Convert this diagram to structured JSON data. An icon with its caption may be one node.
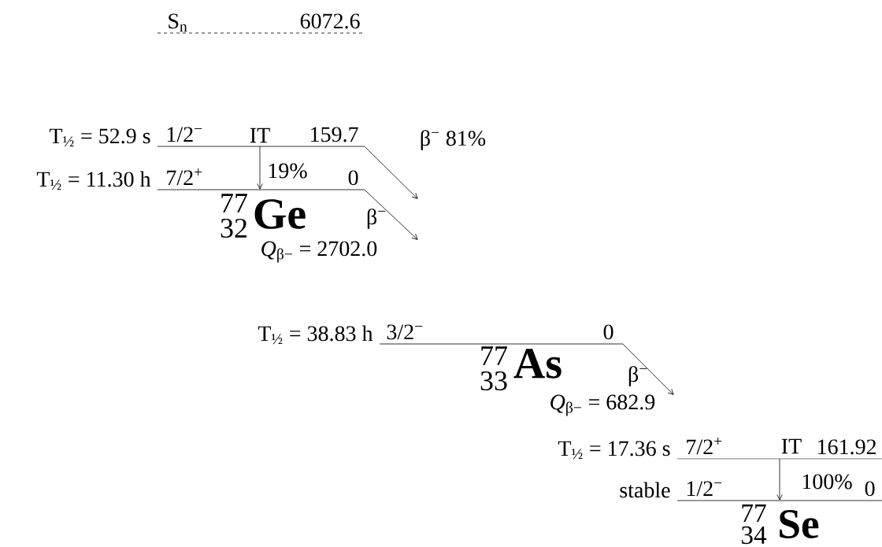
{
  "diagram": {
    "nodes": [
      {
        "text": [
          "S$_{n}$",
          "6072.6"
        ]
      },
      {
        "text": [
          "1/2$^{−}$",
          "159.7"
        ],
        "beside": [
          "T$_{½}$ = 52.9 s"
        ]
      },
      {
        "text": [
          "7/2$^{+}$",
          "0"
        ],
        "beside": [
          "T$_{½}$ = 11.30 h"
        ]
      },
      {
        "text": [
          "3/2$^{−}$",
          "0"
        ],
        "beside": [
          "T$_{½}$ = 38.83 h"
        ]
      },
      {
        "text": [
          "7/2$^{+}$",
          "161.92"
        ],
        "beside": [
          "T$_{½}$ = 17.36 s"
        ]
      },
      {
        "text": [
          "1/2$^{−}$",
          "0"
        ],
        "beside": [
          "stable"
        ]
      }
    ],
    "edges": [
      {
        "from": 1,
        "to": 2,
        "arrow": "to",
        "label": "19%"
      },
      {
        "from": 1,
        "to": null,
        "arrow": "to",
        "label": "β$^{−}$ 81%"
      },
      {
        "from": 2,
        "to": null,
        "arrow": "to",
        "label": "β$^{−}$"
      },
      {
        "from": 3,
        "to": null,
        "arrow": "to",
        "label": "β$^{−}$"
      },
      {
        "from": 4,
        "to": 5,
        "arrow": "to",
        "label": "100%"
      }
    ],
    "labels": [
      "IT",
      "77",
      "32",
      "Ge",
      "*Q*$_{β−}$ = 2702.0",
      "77",
      "33",
      "As",
      "*Q*$_{β−}$ = 682.9",
      "IT",
      "77",
      "34",
      "Se"
    ]
  }
}
